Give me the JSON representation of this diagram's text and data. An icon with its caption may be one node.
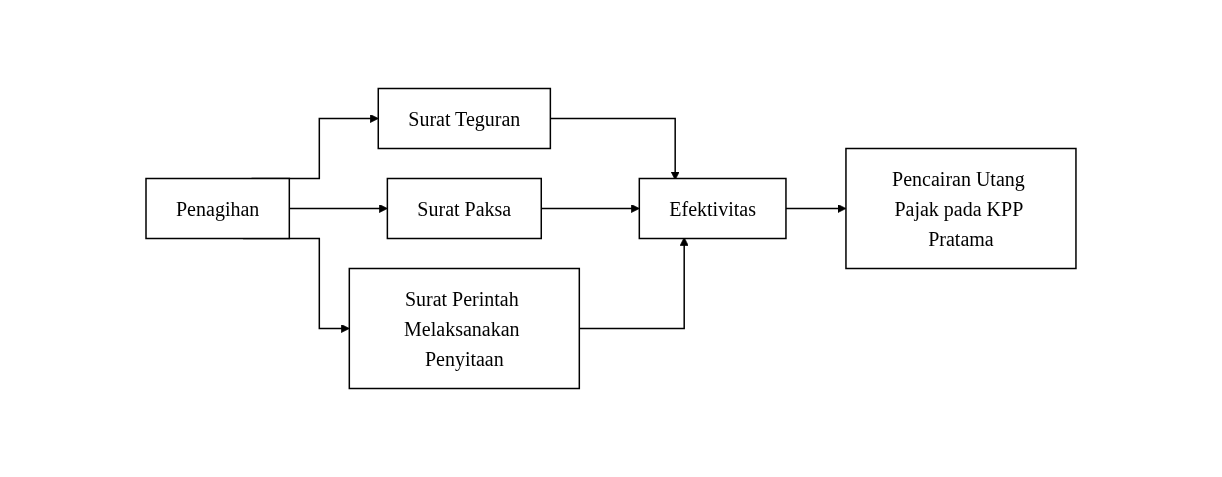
{
  "diagram": {
    "nodes": [
      {
        "text": [
          "Penagihan"
        ]
      },
      {
        "text": [
          "Surat Teguran"
        ]
      },
      {
        "text": [
          "Surat Paksa"
        ]
      },
      {
        "text": [
          "Surat Perintah Melaksanakan Penyitaan"
        ]
      },
      {
        "text": [
          "Efektivitas"
        ]
      },
      {
        "text": [
          "Pencairan Utang Pajak pada KPP Pratama"
        ]
      }
    ],
    "edges": [
      {
        "from": 0,
        "to": 1,
        "arrow": "to"
      },
      {
        "from": 0,
        "to": 2,
        "arrow": "to"
      },
      {
        "from": 0,
        "to": 3,
        "arrow": "to"
      },
      {
        "from": 1,
        "to": 4,
        "arrow": "to"
      },
      {
        "from": 2,
        "to": 4,
        "arrow": "to"
      },
      {
        "from": 3,
        "to": 4,
        "arrow": "to"
      },
      {
        "from": 4,
        "to": 5,
        "arrow": "to"
      }
    ]
  }
}
